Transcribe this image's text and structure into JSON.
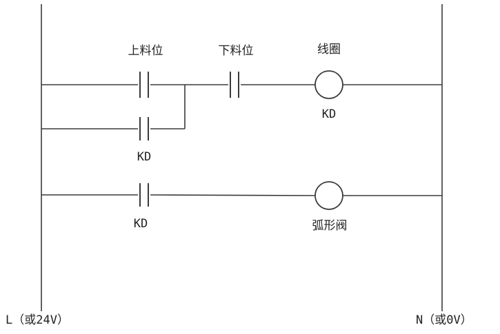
{
  "rails": {
    "left_label": "L（或24V）",
    "right_label": "N（或0V）"
  },
  "rung1": {
    "contact_upper_label": "上料位",
    "contact_lower_label": "下料位",
    "coil_top_label": "线圈",
    "coil_bottom_label": "KD"
  },
  "rung1_branch": {
    "contact_label": "KD"
  },
  "rung2": {
    "contact_label": "KD",
    "coil_label": "弧形阀"
  }
}
